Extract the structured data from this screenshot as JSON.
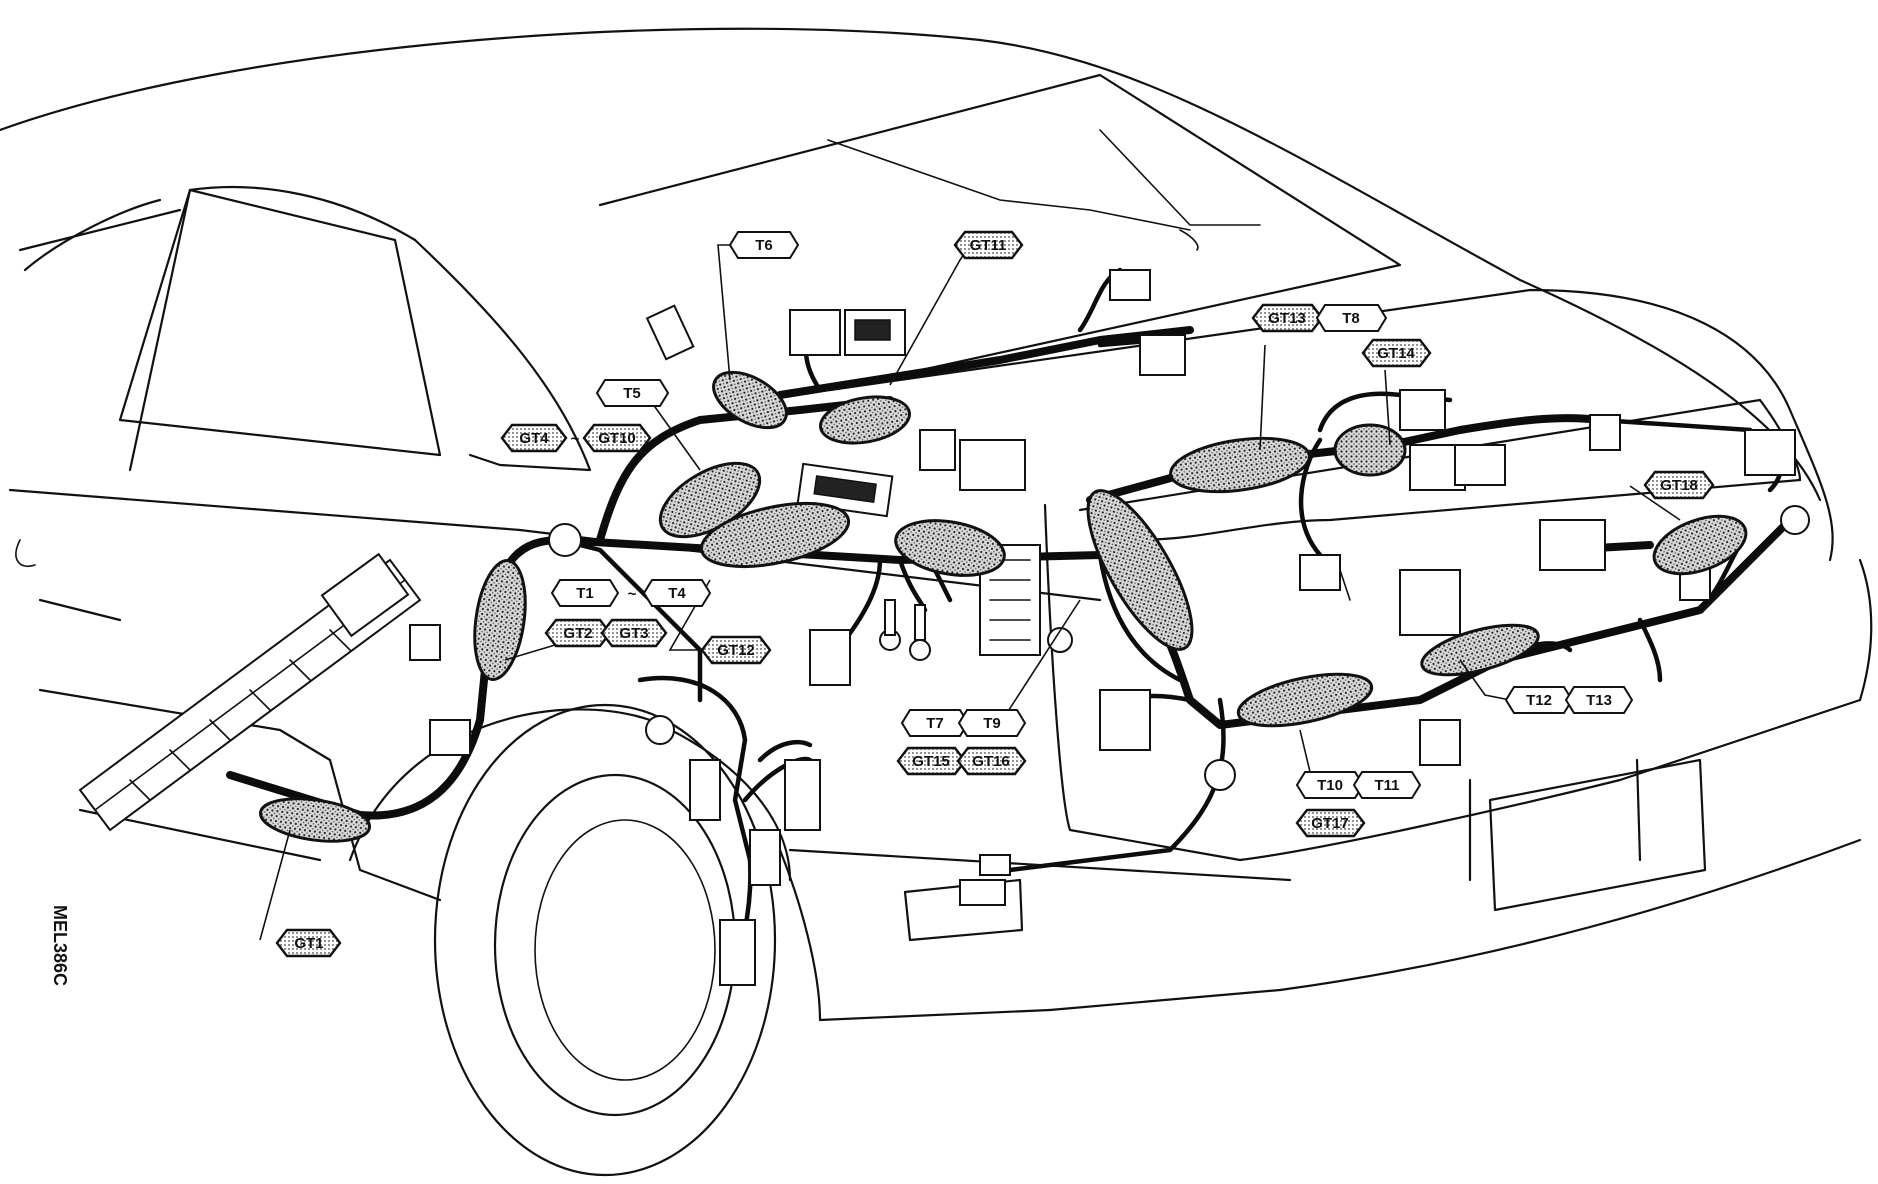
{
  "diagram_code": "MEL386C",
  "tags": {
    "t6": "T6",
    "gt11": "GT11",
    "gt13": "GT13",
    "t8": "T8",
    "gt14": "GT14",
    "t5": "T5",
    "gt4": "GT4",
    "gt10": "GT10",
    "gt18": "GT18",
    "t1": "T1",
    "t4": "T4",
    "gt2": "GT2",
    "gt3": "GT3",
    "gt12": "GT12",
    "t7": "T7",
    "t9": "T9",
    "gt15": "GT15",
    "gt16": "GT16",
    "t12": "T12",
    "t13": "T13",
    "t10": "T10",
    "t11": "T11",
    "gt17": "GT17",
    "gt1": "GT1"
  },
  "separators": {
    "gt4_gt10": "~",
    "t1_t4": "~"
  }
}
